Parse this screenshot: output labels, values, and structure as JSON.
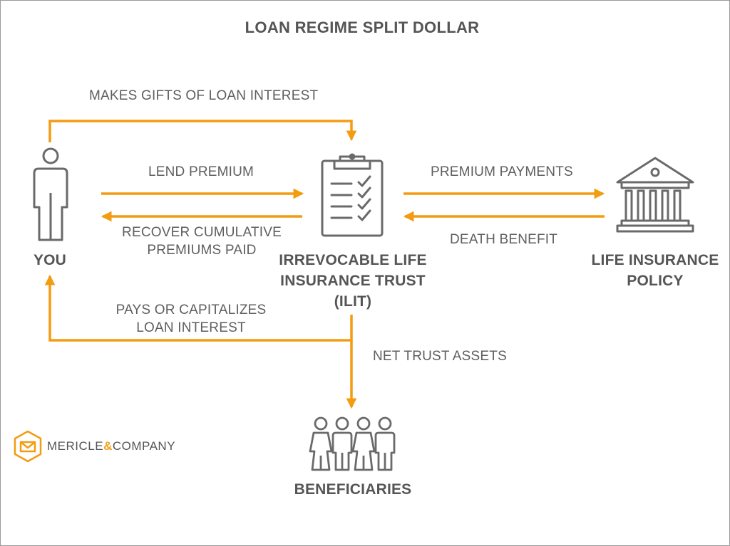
{
  "title": "LOAN REGIME SPLIT DOLLAR",
  "colors": {
    "arrow": "#f39c12",
    "icon_stroke": "#6a6a6a",
    "text": "#5e5e5e"
  },
  "nodes": {
    "you": {
      "label": "YOU",
      "icon": "person-icon"
    },
    "ilit": {
      "label_lines": [
        "IRREVOCABLE LIFE",
        "INSURANCE TRUST",
        "(ILIT)"
      ],
      "icon": "clipboard-checklist-icon"
    },
    "policy": {
      "label_lines": [
        "LIFE INSURANCE",
        "POLICY"
      ],
      "icon": "bank-building-icon"
    },
    "beneficiaries": {
      "label": "BENEFICIARIES",
      "icon": "group-of-people-icon"
    }
  },
  "edges": {
    "gifts": "MAKES GIFTS OF LOAN INTEREST",
    "lend": "LEND PREMIUM",
    "recover": [
      "RECOVER CUMULATIVE",
      "PREMIUMS PAID"
    ],
    "premium_payments": "PREMIUM PAYMENTS",
    "death_benefit": "DEATH BENEFIT",
    "pays": [
      "PAYS OR CAPITALIZES",
      "LOAN INTEREST"
    ],
    "net_assets": "NET TRUST ASSETS"
  },
  "logo": {
    "prefix": "MERICLE",
    "amp": "&",
    "suffix": "COMPANY",
    "icon": "hexagon-envelope-icon"
  }
}
